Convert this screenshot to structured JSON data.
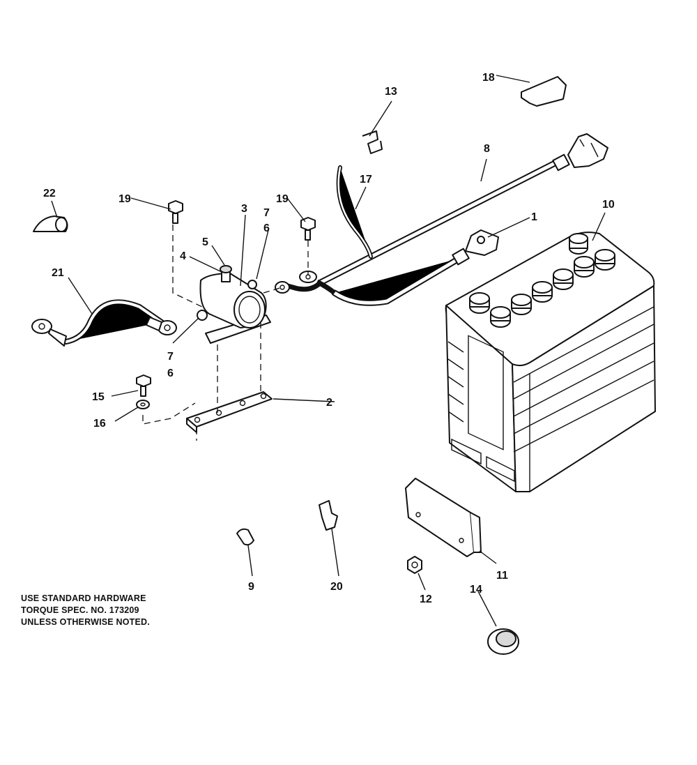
{
  "callouts": {
    "c1": "1",
    "c2": "2",
    "c3": "3",
    "c4": "4",
    "c5": "5",
    "c6a": "6",
    "c6b": "6",
    "c7a": "7",
    "c7b": "7",
    "c8": "8",
    "c9": "9",
    "c10": "10",
    "c11": "11",
    "c12": "12",
    "c13": "13",
    "c14": "14",
    "c15": "15",
    "c16": "16",
    "c17": "17",
    "c18": "18",
    "c19a": "19",
    "c19b": "19",
    "c20": "20",
    "c21": "21",
    "c22": "22"
  },
  "note": {
    "line1": "USE STANDARD HARDWARE",
    "line2": "TORQUE SPEC. NO. 173209",
    "line3": "UNLESS OTHERWISE NOTED."
  }
}
